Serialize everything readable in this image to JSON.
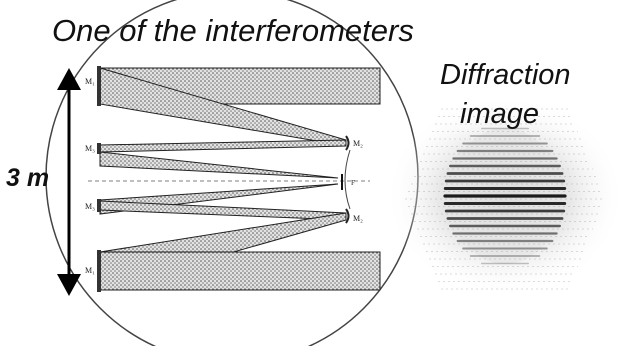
{
  "title": "One of the interferometers",
  "diffraction_label": {
    "line1": "Diffraction",
    "line2": "image"
  },
  "scale_label": "3 m",
  "labels": {
    "m1_top": "M₁",
    "m1_bottom": "M₁",
    "m2_top": "M₂",
    "m2_bottom": "M₂",
    "m3_top": "M₃",
    "m3_bottom": "M₃",
    "focus": "F"
  },
  "colors": {
    "ink": "#111111",
    "beam_fill": "#cfcfcf",
    "circle": "#444444",
    "fringe": "#1a1a1a"
  }
}
